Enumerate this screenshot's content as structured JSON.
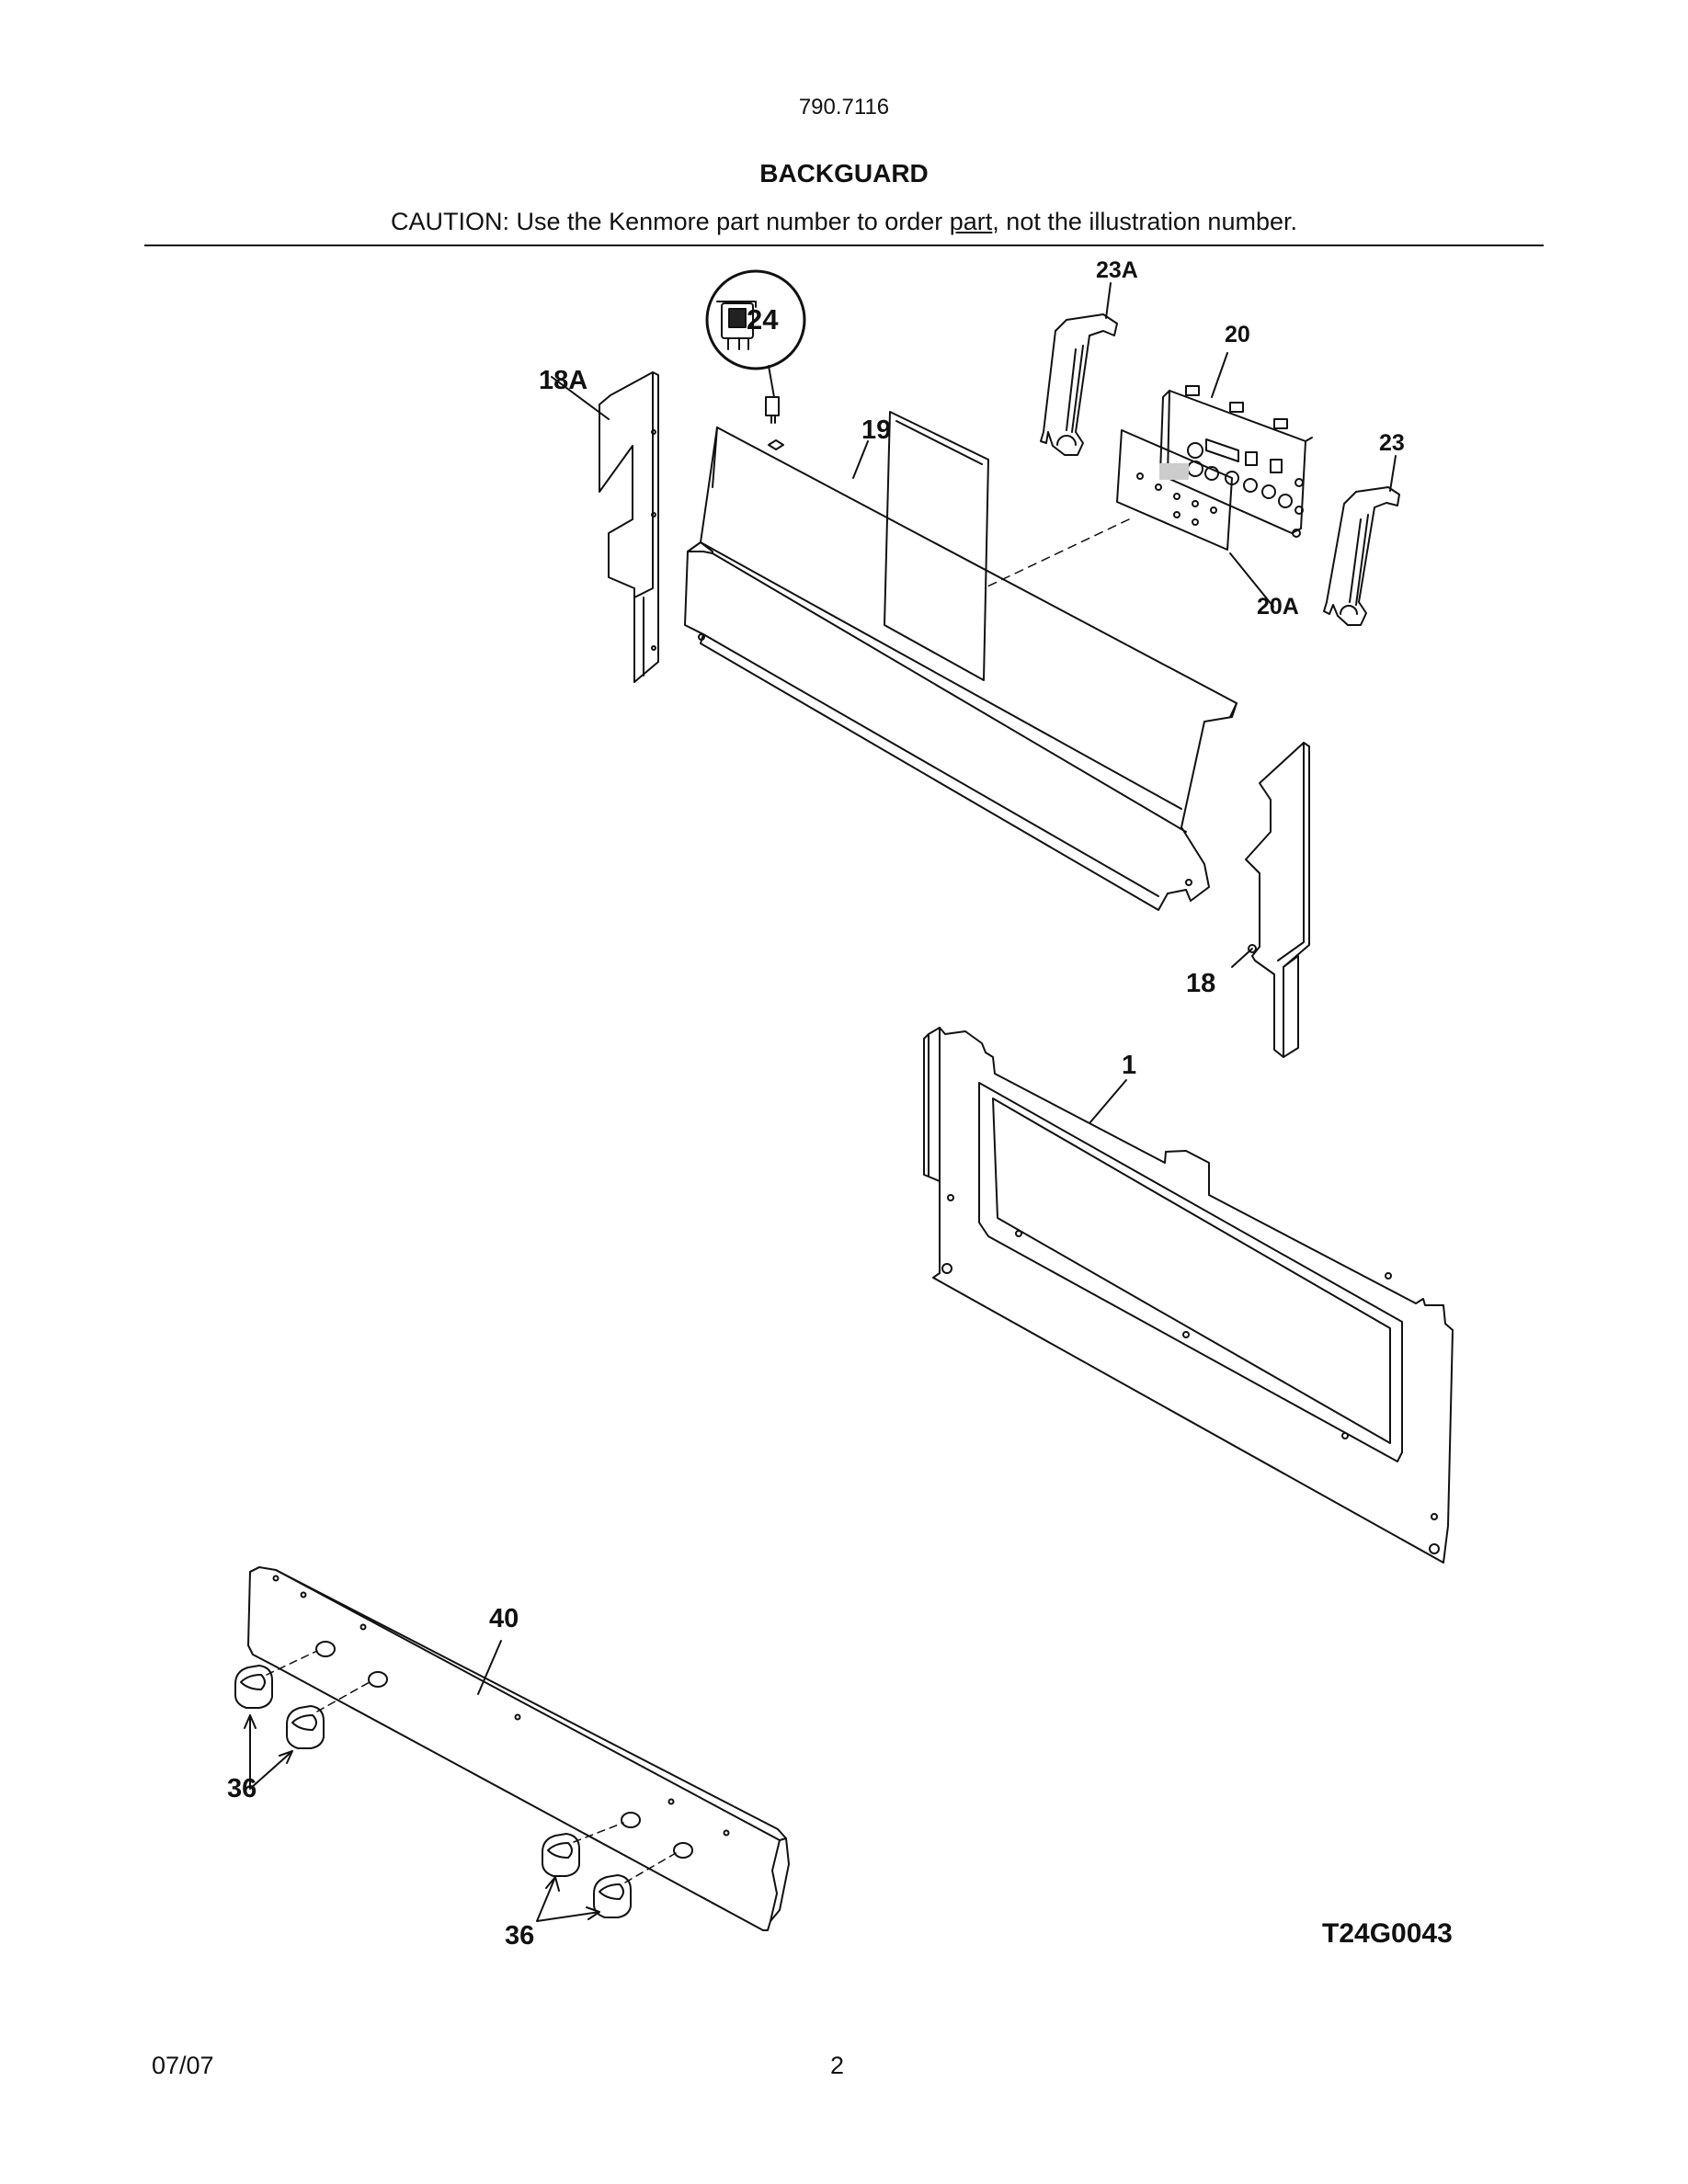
{
  "header": {
    "model_number": "790.7116",
    "title": "BACKGUARD",
    "caution_prefix": "CAUTION: Use the Kenmore part number to order ",
    "caution_underlined": "part",
    "caution_suffix": ", not the illustration number."
  },
  "callouts": {
    "c24": "24",
    "c18A": "18A",
    "c19": "19",
    "c23A": "23A",
    "c20": "20",
    "c23": "23",
    "c20A": "20A",
    "c18": "18",
    "c1": "1",
    "c40": "40",
    "c36a": "36",
    "c36b": "36"
  },
  "figure_code": "T24G0043",
  "footer": {
    "date": "07/07",
    "page_number": "2"
  }
}
